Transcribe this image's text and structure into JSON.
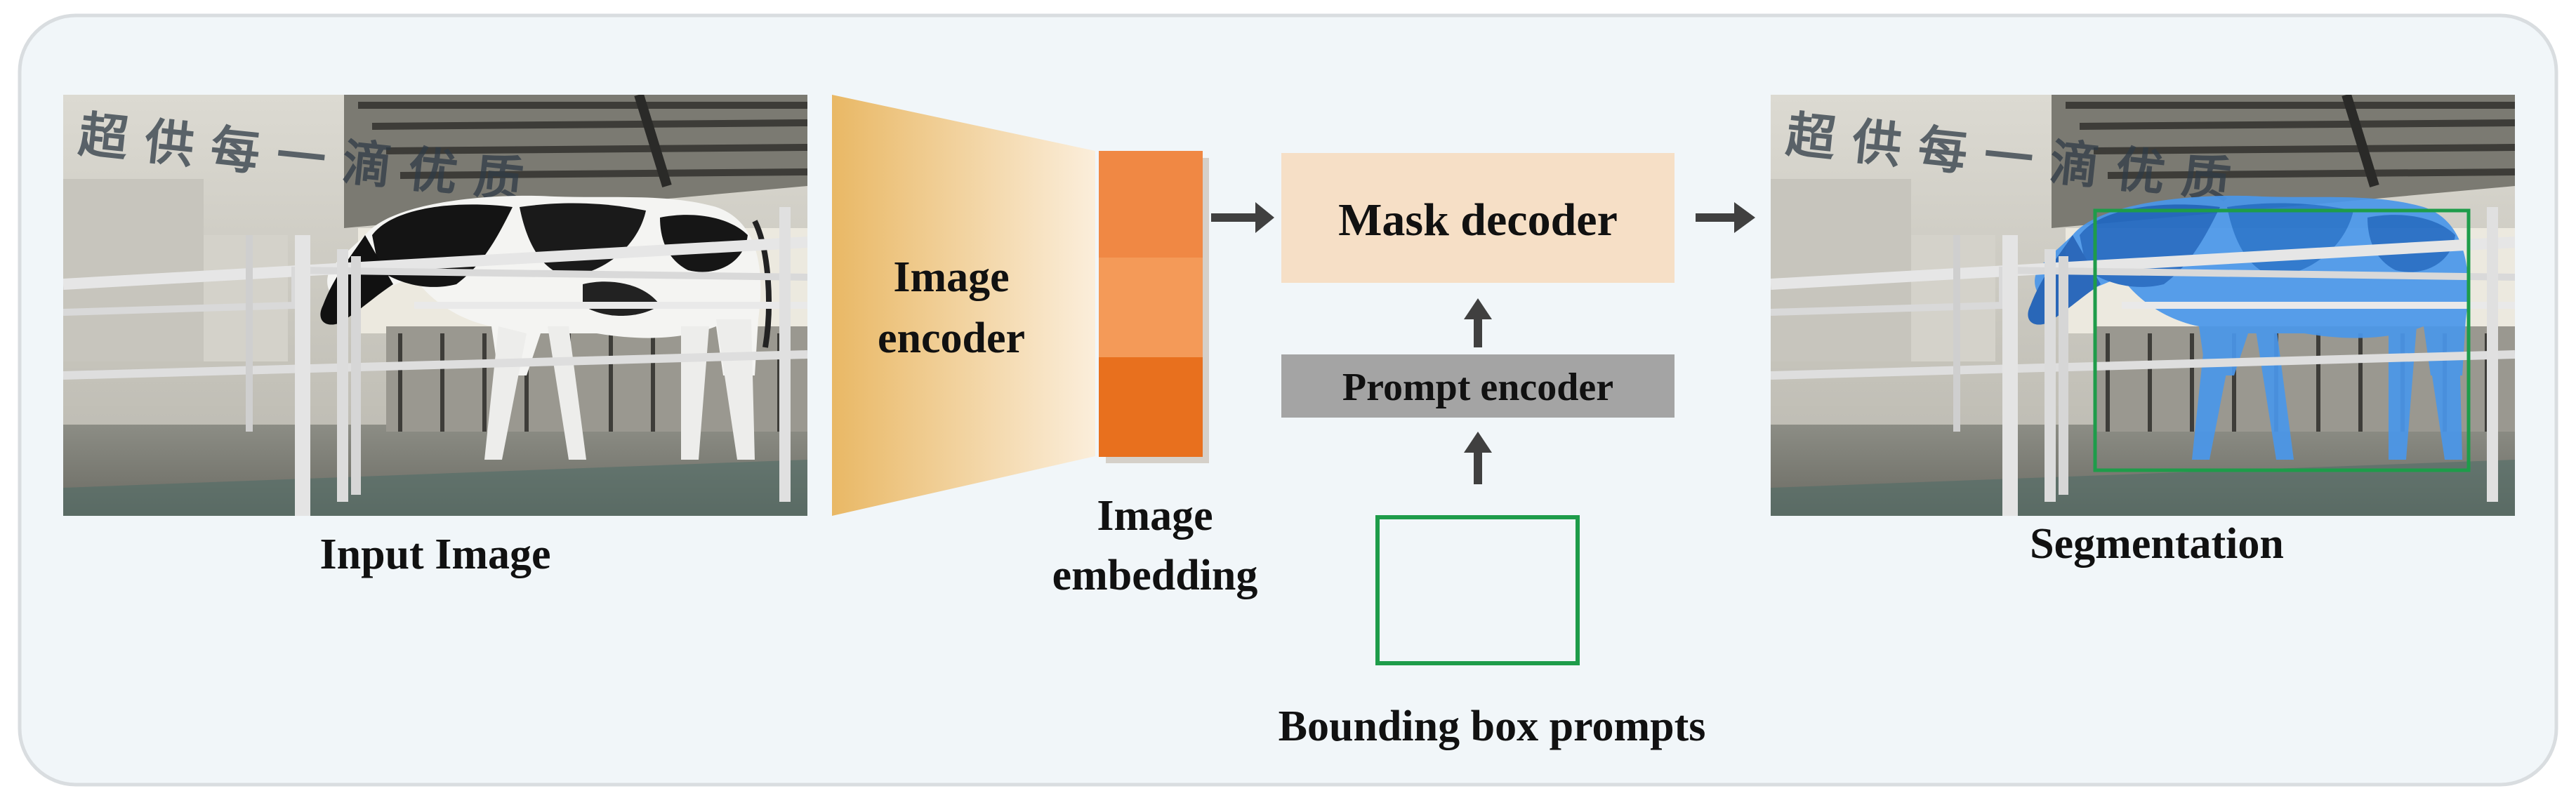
{
  "input": {
    "label": "Input Image",
    "wall_text": "超 供 每 一 滴 优 质"
  },
  "encoder": {
    "line1": "Image",
    "line2": "encoder"
  },
  "embedding": {
    "line1": "Image",
    "line2": "embedding"
  },
  "mask_decoder": {
    "label": "Mask decoder"
  },
  "prompt_encoder": {
    "label": "Prompt encoder"
  },
  "bbox_prompts": {
    "label": "Bounding box prompts"
  },
  "output": {
    "label": "Segmentation"
  },
  "colors": {
    "panel_bg": "#f1f6f9",
    "panel_border": "#d9dde0",
    "encoder_dark": "#e9b865",
    "encoder_light": "#fbeedb",
    "embed_1": "#f08844",
    "embed_2": "#f49a58",
    "embed_3": "#e8701e",
    "decoder_bg": "#f6dfc6",
    "prompt_bg": "#a4a4a4",
    "arrow": "#404040",
    "bbox_green": "#1e9c4a",
    "mask_blue": "#3d8fe8"
  }
}
